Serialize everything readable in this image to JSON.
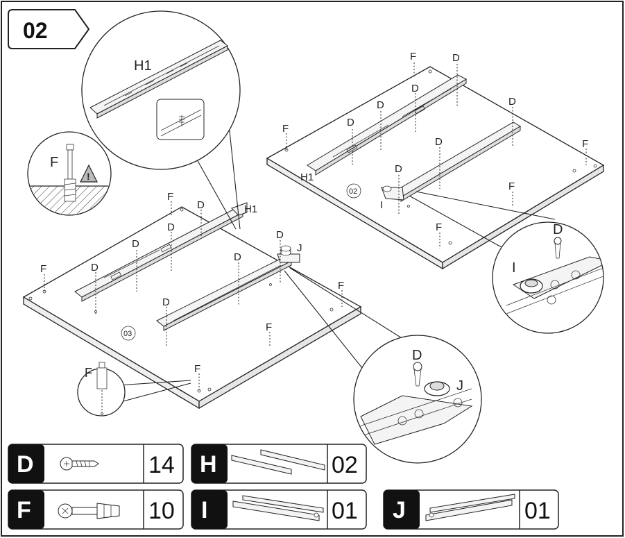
{
  "step": "02",
  "labels": {
    "F": "F",
    "D": "D",
    "H1": "H1",
    "I": "I",
    "J": "J",
    "panel_left": "03",
    "panel_right": "02"
  },
  "parts": [
    {
      "letter": "D",
      "qty": "14",
      "icon": "screw-icon"
    },
    {
      "letter": "H",
      "qty": "02",
      "icon": "drawer-slide-pair-icon"
    },
    {
      "letter": "F",
      "qty": "10",
      "icon": "cam-dowel-icon"
    },
    {
      "letter": "I",
      "qty": "01",
      "icon": "slide-with-bracket-icon"
    },
    {
      "letter": "J",
      "qty": "01",
      "icon": "slide-with-bracket-icon"
    }
  ]
}
